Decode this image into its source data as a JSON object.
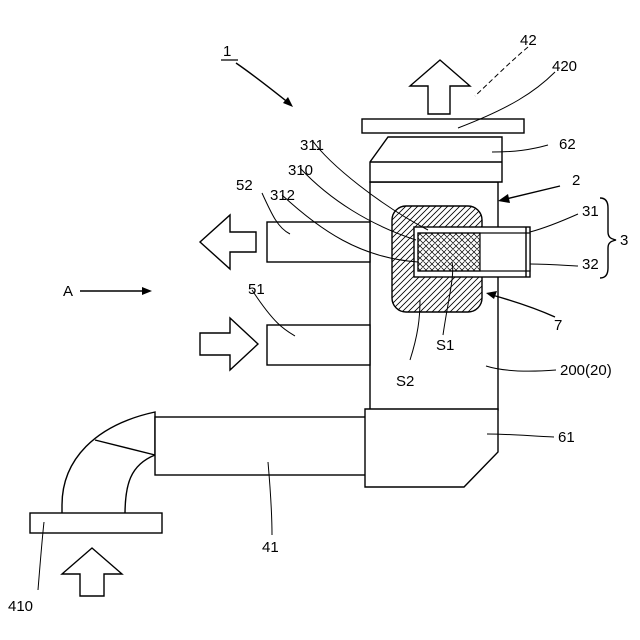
{
  "labels": {
    "device": "1",
    "housing": "2",
    "sensor_group": "3",
    "sensor_a": "31",
    "sensor_b": "32",
    "exhaust_line": "42",
    "exhaust_flange": "420",
    "upper_fitting": "62",
    "sensor_part_311": "311",
    "sensor_part_310": "310",
    "sensor_part_312": "312",
    "outlet_pipe": "52",
    "inlet_pipe": "51",
    "direction_a": "A",
    "seal": "7",
    "space_s1": "S1",
    "space_s2": "S2",
    "main_body": "200(20)",
    "lower_fitting": "61",
    "supply_pipe": "41",
    "inlet_flange": "410"
  }
}
